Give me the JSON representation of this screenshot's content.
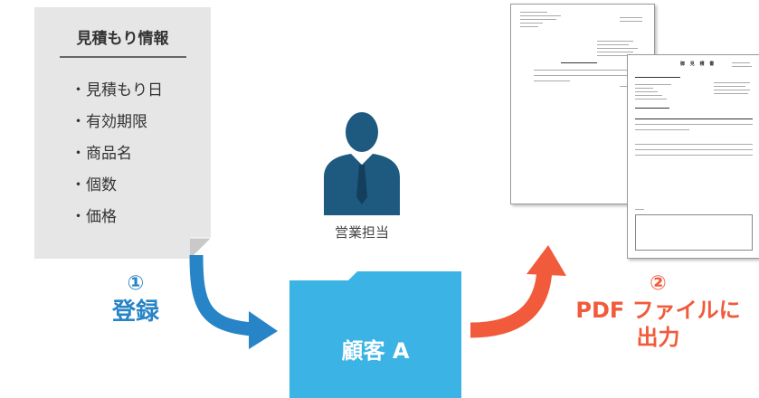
{
  "info_card": {
    "title": "見積もり情報",
    "items": [
      "・見積もり日",
      "・有効期限",
      "・商品名",
      "・個数",
      "・価格"
    ]
  },
  "person": {
    "label": "営業担当",
    "icon": "person-icon"
  },
  "step1": {
    "number": "①",
    "label": "登録"
  },
  "folder": {
    "label": "顧客 A"
  },
  "step2": {
    "number": "②",
    "label_line1": "PDF ファイルに",
    "label_line2": "出力"
  },
  "documents": {
    "front_title": "御 見 積 書"
  },
  "colors": {
    "card": "#e6e6e6",
    "blue": "#2784c6",
    "folder": "#3bb4e5",
    "orange": "#f15a3b",
    "person": "#1e5a80"
  }
}
